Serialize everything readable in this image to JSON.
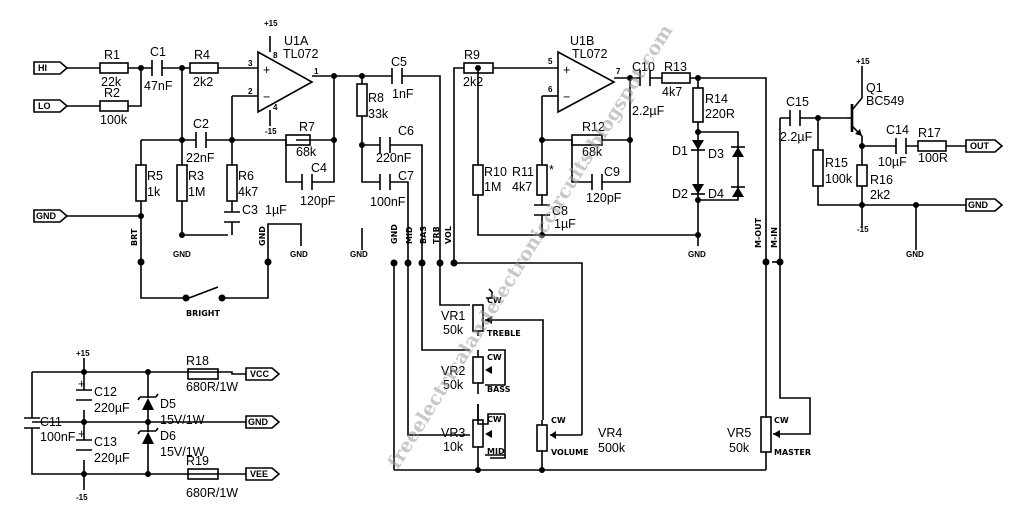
{
  "connectors": {
    "hi": "HI",
    "lo": "LO",
    "gnd_in": "GND",
    "out": "OUT",
    "gnd_out": "GND",
    "vcc": "VCC",
    "gnd_ps": "GND",
    "vee": "VEE"
  },
  "opamp_a": {
    "ref": "U1A",
    "part": "TL072",
    "pin_plus": "3",
    "pin_minus": "2",
    "pin_out": "1",
    "pin_vp": "8",
    "pin_vn": "4",
    "vp": "+15",
    "vn": "-15"
  },
  "opamp_b": {
    "ref": "U1B",
    "part": "TL072",
    "pin_plus": "5",
    "pin_minus": "6",
    "pin_out": "7"
  },
  "transistor": {
    "ref": "Q1",
    "part": "BC549",
    "vp": "+15",
    "vn": "-15"
  },
  "resistors": {
    "r1": {
      "ref": "R1",
      "value": "22k"
    },
    "r2": {
      "ref": "R2",
      "value": "100k"
    },
    "r3": {
      "ref": "R3",
      "value": "1M"
    },
    "r4": {
      "ref": "R4",
      "value": "2k2"
    },
    "r5": {
      "ref": "R5",
      "value": "1k"
    },
    "r6": {
      "ref": "R6",
      "value": "4k7"
    },
    "r7": {
      "ref": "R7",
      "value": "68k"
    },
    "r8": {
      "ref": "R8",
      "value": "33k"
    },
    "r9": {
      "ref": "R9",
      "value": "2k2"
    },
    "r10": {
      "ref": "R10",
      "value": "1M"
    },
    "r11": {
      "ref": "R11",
      "value": "4k7",
      "mark": "*"
    },
    "r12": {
      "ref": "R12",
      "value": "68k"
    },
    "r13": {
      "ref": "R13",
      "value": "4k7"
    },
    "r14": {
      "ref": "R14",
      "value": "220R"
    },
    "r15": {
      "ref": "R15",
      "value": "100k"
    },
    "r16": {
      "ref": "R16",
      "value": "2k2"
    },
    "r17": {
      "ref": "R17",
      "value": "100R"
    },
    "r18": {
      "ref": "R18",
      "value": "680R/1W"
    },
    "r19": {
      "ref": "R19",
      "value": "680R/1W"
    }
  },
  "capacitors": {
    "c1": {
      "ref": "C1",
      "value": "47nF"
    },
    "c2": {
      "ref": "C2",
      "value": "22nF"
    },
    "c3": {
      "ref": "C3",
      "value": "1µF"
    },
    "c4": {
      "ref": "C4",
      "value": "120pF"
    },
    "c5": {
      "ref": "C5",
      "value": "1nF"
    },
    "c6": {
      "ref": "C6",
      "value": "220nF"
    },
    "c7": {
      "ref": "C7",
      "value": "100nF"
    },
    "c8": {
      "ref": "C8",
      "value": "1µF"
    },
    "c9": {
      "ref": "C9",
      "value": "120pF"
    },
    "c10": {
      "ref": "C10",
      "value": "2.2µF"
    },
    "c11": {
      "ref": "C11",
      "value": "100nF"
    },
    "c12": {
      "ref": "C12",
      "value": "220µF"
    },
    "c13": {
      "ref": "C13",
      "value": "220µF"
    },
    "c14": {
      "ref": "C14",
      "value": "10µF"
    },
    "c15": {
      "ref": "C15",
      "value": "2.2µF"
    }
  },
  "diodes": {
    "d1": "D1",
    "d2": "D2",
    "d3": "D3",
    "d4": "D4",
    "d5": {
      "ref": "D5",
      "value": "15V/1W"
    },
    "d6": {
      "ref": "D6",
      "value": "15V/1W"
    }
  },
  "pots": {
    "vr1": {
      "ref": "VR1",
      "value": "50k",
      "name": "TREBLE"
    },
    "vr2": {
      "ref": "VR2",
      "value": "50k",
      "name": "BASS"
    },
    "vr3": {
      "ref": "VR3",
      "value": "10k",
      "name": "MID"
    },
    "vr4": {
      "ref": "VR4",
      "value": "500k",
      "name": "VOLUME"
    },
    "vr5": {
      "ref": "VR5",
      "value": "50k",
      "name": "MASTER"
    },
    "cw": "CW"
  },
  "switch_label": "BRIGHT",
  "rail_labels": {
    "gnd": "GND",
    "plus15": "+15",
    "minus15": "-15"
  },
  "net_labels": {
    "brt": "BRT",
    "gnd": "GND",
    "mid": "MID",
    "bas": "BAS",
    "trb": "TRB",
    "vol": "VOL",
    "mout": "M-OUT",
    "min": "M-IN"
  },
  "watermark": "freeelectricalandelectroniccircuits.blogspot.com"
}
